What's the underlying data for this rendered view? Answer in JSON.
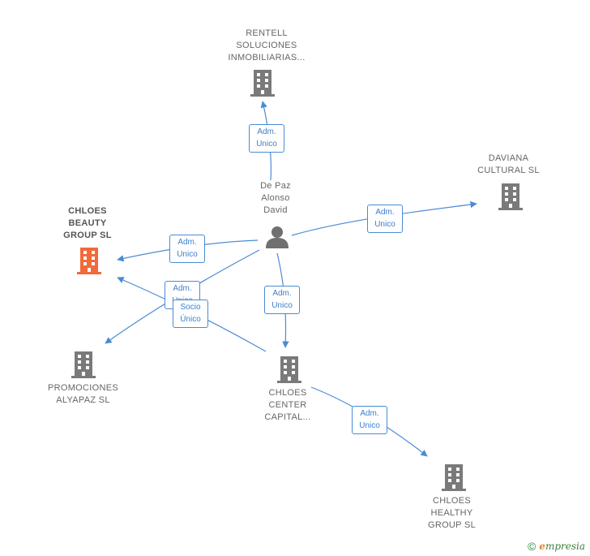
{
  "nodes": {
    "rentell": {
      "label": "RENTELL\nSOLUCIONES\nINMOBILIARIAS..."
    },
    "daviana": {
      "label": "DAVIANA\nCULTURAL  SL"
    },
    "person": {
      "label": "De Paz\nAlonso\nDavid"
    },
    "chloes_beauty": {
      "label": "CHLOES\nBEAUTY\nGROUP  SL"
    },
    "promociones": {
      "label": "PROMOCIONES\nALYAPAZ  SL"
    },
    "chloes_center": {
      "label": "CHLOES\nCENTER\nCAPITAL..."
    },
    "chloes_healthy": {
      "label": "CHLOES\nHEALTHY\nGROUP  SL"
    }
  },
  "edges": {
    "to_rentell": "Adm.\nUnico",
    "to_daviana": "Adm.\nUnico",
    "to_beauty": "Adm.\nUnico",
    "to_promociones": "Adm.\nUnico",
    "center_to_beauty": "Socio\nÚnico",
    "to_center": "Adm.\nUnico",
    "center_to_healthy": "Adm.\nUnico"
  },
  "footer": {
    "copyright": "©",
    "brand_initial": "e",
    "brand_rest": "mpresia"
  },
  "colors": {
    "edge": "#4a8bd4",
    "building": "#7a7a7a",
    "focus_building": "#f26a3b",
    "person": "#707070"
  },
  "icons": {
    "building": "building-icon",
    "person": "person-icon"
  }
}
